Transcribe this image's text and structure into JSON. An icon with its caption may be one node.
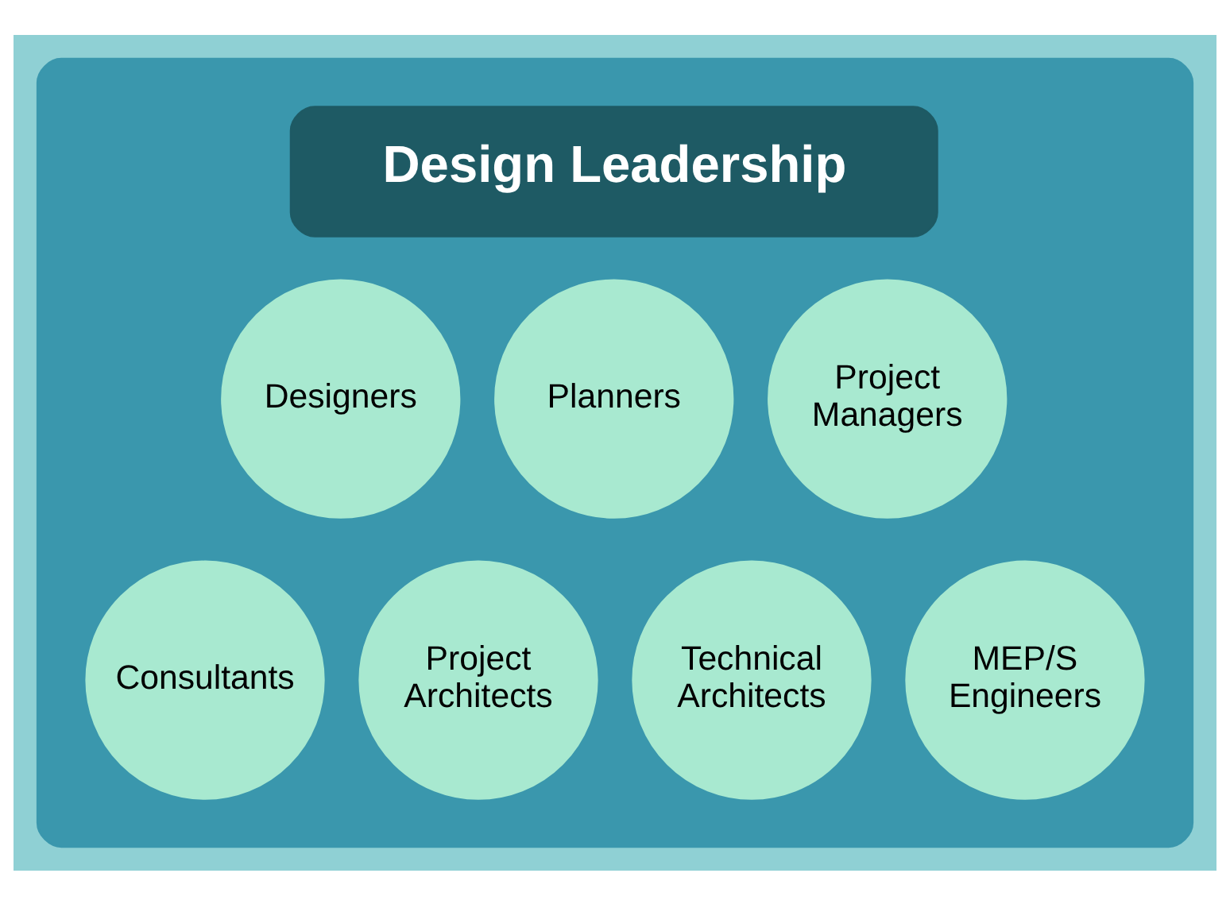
{
  "diagram": {
    "nodes": [
      {
        "text": [],
        "shape": "box"
      },
      {
        "text": [
          "Design Leadership"
        ],
        "in": 0
      },
      {
        "text": [
          "Designers"
        ],
        "in": 0
      },
      {
        "text": [
          "Planners"
        ],
        "in": 0
      },
      {
        "text": [
          "Project Managers"
        ],
        "in": 0
      },
      {
        "text": [
          "Consultants"
        ],
        "in": 0
      },
      {
        "text": [
          "Project Architects"
        ],
        "in": 0
      },
      {
        "text": [
          "Technical Architects"
        ],
        "in": 0
      },
      {
        "text": [
          "MEP/S Engineers"
        ],
        "in": 0
      }
    ],
    "edges": []
  }
}
